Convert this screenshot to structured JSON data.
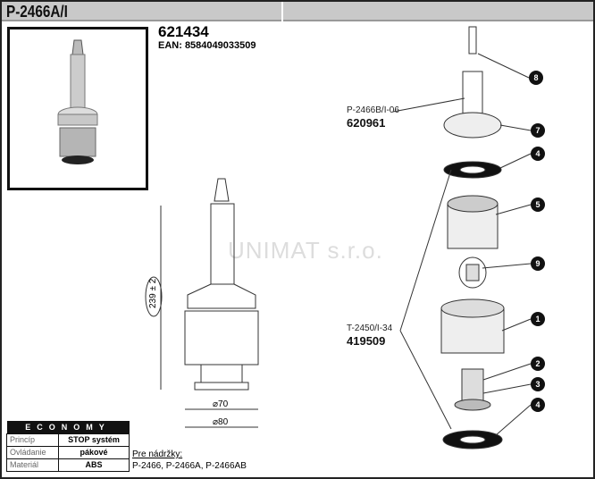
{
  "header": {
    "title": "P-2466A/I"
  },
  "product": {
    "code": "621434",
    "ean": "EAN: 8584049033509"
  },
  "watermark": "UNIMAT s.r.o.",
  "dimensions": {
    "height": "239 ± 2",
    "d1": "⌀70",
    "d2": "⌀80"
  },
  "parts": [
    {
      "label": "P-2466B/I-06",
      "code": "620961"
    },
    {
      "label": "T-2450/I-34",
      "code": "419509"
    }
  ],
  "callouts": [
    "8",
    "7",
    "4",
    "5",
    "9",
    "1",
    "2",
    "3",
    "4"
  ],
  "spec_table": {
    "title": "ECONOMY",
    "rows": [
      {
        "key": "Princíp",
        "value": "STOP systém"
      },
      {
        "key": "Ovládanie",
        "value": "pákové"
      },
      {
        "key": "Materiál",
        "value": "ABS"
      }
    ]
  },
  "tanks": {
    "label": "Pre nádržky:",
    "value": "P-2466, P-2466A, P-2466AB"
  }
}
